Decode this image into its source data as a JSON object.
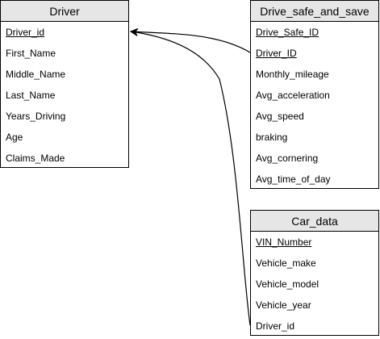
{
  "entities": {
    "driver": {
      "title": "Driver",
      "fields": [
        {
          "label": "Driver_id",
          "key": true
        },
        {
          "label": "First_Name",
          "key": false
        },
        {
          "label": "Middle_Name",
          "key": false
        },
        {
          "label": "Last_Name",
          "key": false
        },
        {
          "label": "Years_Driving",
          "key": false
        },
        {
          "label": "Age",
          "key": false
        },
        {
          "label": "Claims_Made",
          "key": false
        }
      ]
    },
    "drive_safe_and_save": {
      "title": "Drive_safe_and_save",
      "fields": [
        {
          "label": "Drive_Safe_ID",
          "key": true
        },
        {
          "label": "Driver_ID",
          "key": true
        },
        {
          "label": "Monthly_mileage",
          "key": false
        },
        {
          "label": "Avg_acceleration",
          "key": false
        },
        {
          "label": "Avg_speed",
          "key": false
        },
        {
          "label": "braking",
          "key": false
        },
        {
          "label": "Avg_cornering",
          "key": false
        },
        {
          "label": "Avg_time_of_day",
          "key": false
        }
      ]
    },
    "car_data": {
      "title": "Car_data",
      "fields": [
        {
          "label": "VIN_Number",
          "key": true
        },
        {
          "label": "Vehicle_make",
          "key": false
        },
        {
          "label": "Vehicle_model",
          "key": false
        },
        {
          "label": "Vehicle_year",
          "key": false
        },
        {
          "label": "Driver_id",
          "key": false
        }
      ]
    }
  },
  "relationships": [
    {
      "from": "drive_safe_and_save.Driver_ID",
      "to": "driver.Driver_id"
    },
    {
      "from": "car_data.Driver_id",
      "to": "driver.Driver_id"
    }
  ],
  "colors": {
    "header_fill": "#e6e6e6",
    "border": "#000000",
    "background": "#ffffff",
    "connector": "#000000"
  }
}
